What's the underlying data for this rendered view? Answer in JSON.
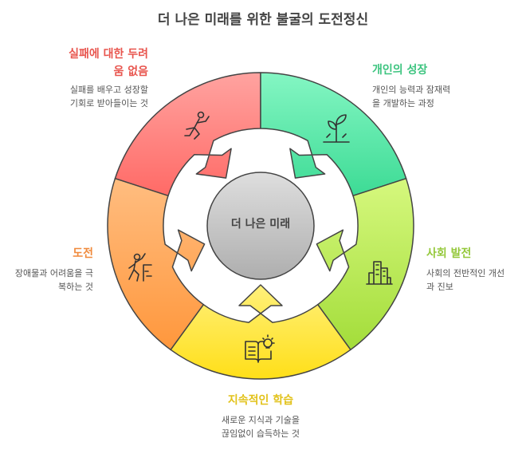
{
  "title": "더 나은 미래를 위한 불굴의 도전정신",
  "center": "더 나은 미래",
  "segments": [
    {
      "title": "실패에 대한 두려움 없음",
      "title_line1": "실패에 대한 두려",
      "title_line2": "움 없음",
      "desc1": "실패를 배우고 성장할",
      "desc2": "기회로 받아들이는 것",
      "icon": "running-person-icon",
      "color": "#e8554e"
    },
    {
      "title": "개인의 성장",
      "desc1": "개인의 능력과 잠재력",
      "desc2": "을 개발하는 과정",
      "icon": "plant-growth-icon",
      "color": "#3cc47f"
    },
    {
      "title": "사회 발전",
      "desc1": "사회의 전반적인 개선",
      "desc2": "과 진보",
      "icon": "city-buildings-icon",
      "color": "#94c83a"
    },
    {
      "title": "지속적인 학습",
      "desc1": "새로운 지식과 기술을",
      "desc2": "끊임없이 습득하는 것",
      "icon": "book-lightbulb-icon",
      "color": "#e2c21a"
    },
    {
      "title": "도전",
      "desc1": "장애물과 어려움을 극",
      "desc2": "복하는 것",
      "icon": "climbing-person-icon",
      "color": "#f08a3c"
    }
  ]
}
